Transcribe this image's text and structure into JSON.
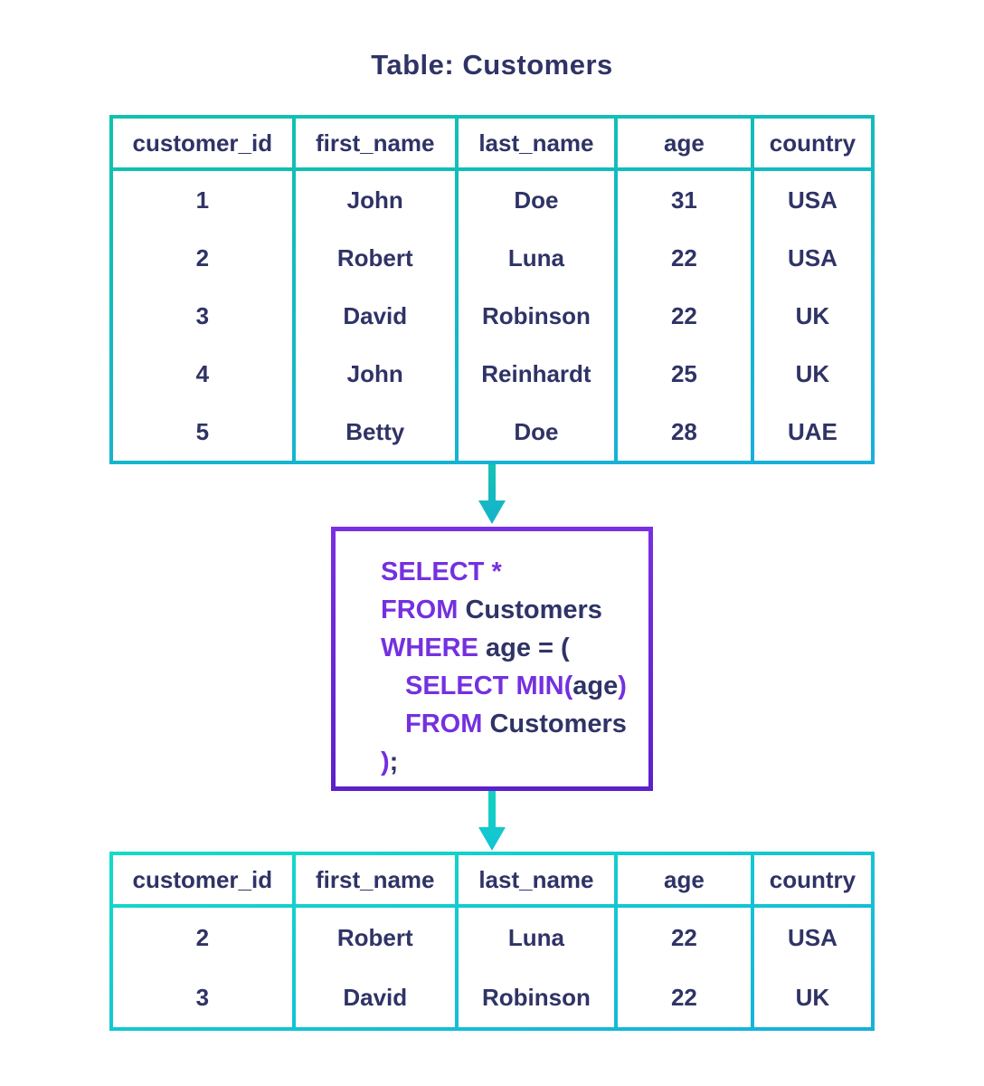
{
  "title": "Table: Customers",
  "source_table": {
    "columns": [
      "customer_id",
      "first_name",
      "last_name",
      "age",
      "country"
    ],
    "rows": [
      [
        "1",
        "John",
        "Doe",
        "31",
        "USA"
      ],
      [
        "2",
        "Robert",
        "Luna",
        "22",
        "USA"
      ],
      [
        "3",
        "David",
        "Robinson",
        "22",
        "UK"
      ],
      [
        "4",
        "John",
        "Reinhardt",
        "25",
        "UK"
      ],
      [
        "5",
        "Betty",
        "Doe",
        "28",
        "UAE"
      ]
    ]
  },
  "query": {
    "lines": [
      {
        "indent": 0,
        "segments": [
          {
            "text": "SELECT *",
            "style": "keyword"
          }
        ]
      },
      {
        "indent": 0,
        "segments": [
          {
            "text": "FROM ",
            "style": "keyword"
          },
          {
            "text": "Customers",
            "style": "plain"
          }
        ]
      },
      {
        "indent": 0,
        "segments": [
          {
            "text": "WHERE ",
            "style": "keyword"
          },
          {
            "text": "age = (",
            "style": "plain"
          }
        ]
      },
      {
        "indent": 1,
        "segments": [
          {
            "text": "SELECT MIN(",
            "style": "keyword"
          },
          {
            "text": "age",
            "style": "plain"
          },
          {
            "text": ")",
            "style": "keyword"
          }
        ]
      },
      {
        "indent": 1,
        "segments": [
          {
            "text": "FROM ",
            "style": "keyword"
          },
          {
            "text": "Customers",
            "style": "plain"
          }
        ]
      },
      {
        "indent": 0,
        "segments": [
          {
            "text": ")",
            "style": "keyword"
          },
          {
            "text": ";",
            "style": "plain"
          }
        ]
      }
    ]
  },
  "result_table": {
    "columns": [
      "customer_id",
      "first_name",
      "last_name",
      "age",
      "country"
    ],
    "rows": [
      [
        "2",
        "Robert",
        "Luna",
        "22",
        "USA"
      ],
      [
        "3",
        "David",
        "Robinson",
        "22",
        "UK"
      ]
    ]
  },
  "icons": {
    "arrow_down_1": "arrow-down-icon",
    "arrow_down_2": "arrow-down-icon"
  },
  "colors": {
    "text_navy": "#2f3366",
    "sql_keyword_purple": "#7430e0",
    "source_border_teal_top": "#0fc3aa",
    "source_border_cyan_bottom": "#19aede",
    "result_border_teal_top": "#12dcc8",
    "result_border_cyan_bottom": "#17b0dc",
    "sql_border_purple_top": "#7b2fe2",
    "sql_border_purple_bottom": "#5c20cc",
    "arrow_teal": "#15c4bc"
  }
}
